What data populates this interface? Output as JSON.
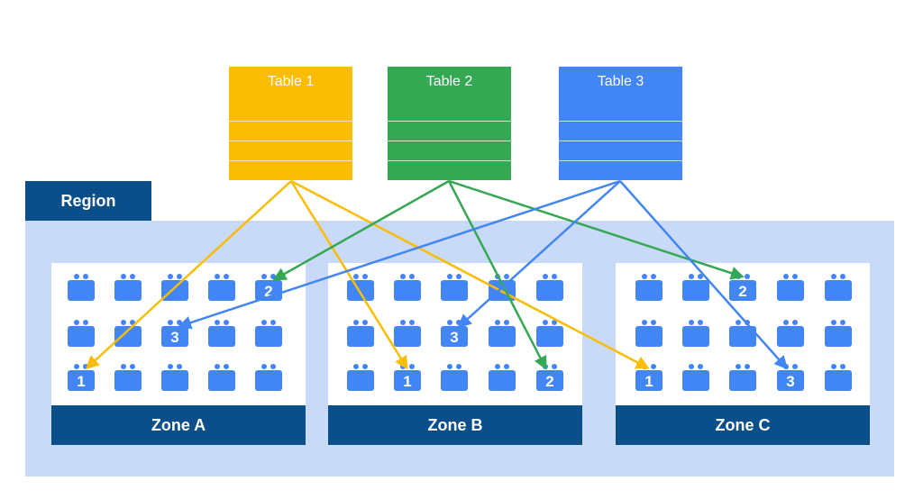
{
  "colors": {
    "table_1": "#fbbc04",
    "table_2": "#34a853",
    "table_3": "#4285f4",
    "region_label": "#0b4f8a",
    "region_bg": "#c9daf8",
    "zone_label": "#0b4f8a",
    "server": "#4285f4"
  },
  "tables": [
    {
      "title": "Table 1"
    },
    {
      "title": "Table 2"
    },
    {
      "title": "Table 3"
    }
  ],
  "region": {
    "label": "Region"
  },
  "zones": [
    {
      "label": "Zone A"
    },
    {
      "label": "Zone B"
    },
    {
      "label": "Zone C"
    }
  ],
  "replicas": {
    "zone_a": [
      "2",
      "3",
      "1"
    ],
    "zone_b": [
      "3",
      "1",
      "2"
    ],
    "zone_c": [
      "2",
      "1",
      "3"
    ]
  },
  "server_icon": "server-icon"
}
